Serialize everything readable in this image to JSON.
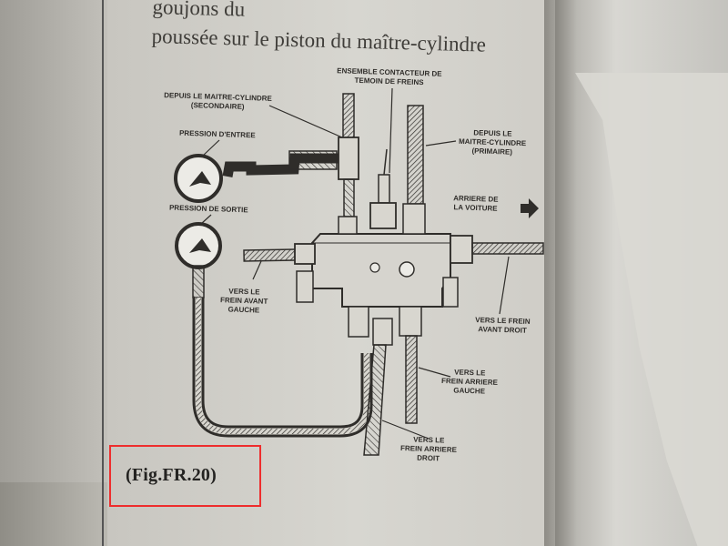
{
  "heading": {
    "line1": "goujons du",
    "line2": "poussée sur le piston du maître-cylindre"
  },
  "labels": {
    "master_secondary_line1": "DEPUIS LE MAITRE-CYLINDRE",
    "master_secondary_line2": "(SECONDAIRE)",
    "inlet_pressure": "PRESSION D'ENTREE",
    "outlet_pressure": "PRESSION DE SORTIE",
    "switch_line1": "ENSEMBLE CONTACTEUR DE",
    "switch_line2": "TEMOIN DE FREINS",
    "master_primary_line1": "DEPUIS LE",
    "master_primary_line2": "MAITRE-CYLINDRE",
    "master_primary_line3": "(PRIMAIRE)",
    "vehicle_rear_line1": "ARRIERE DE",
    "vehicle_rear_line2": "LA VOITURE",
    "left_front_line1": "VERS LE",
    "left_front_line2": "FREIN AVANT",
    "left_front_line3": "GAUCHE",
    "right_front_line1": "VERS LE FREIN",
    "right_front_line2": "AVANT DROIT",
    "left_rear_line1": "VERS LE",
    "left_rear_line2": "FREIN ARRIERE",
    "left_rear_line3": "GAUCHE",
    "right_rear_line1": "VERS LE",
    "right_rear_line2": "FREIN ARRIERE",
    "right_rear_line3": "DROIT"
  },
  "caption": "(Fig.FR.20)",
  "colors": {
    "highlight": "#ee2d2d",
    "ink": "#2f2d2a",
    "paper": "#d7d6d0"
  }
}
